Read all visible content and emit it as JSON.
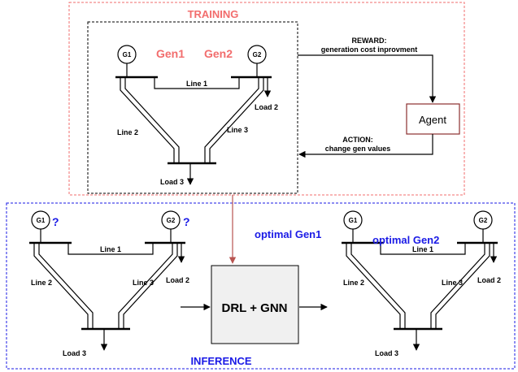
{
  "training": {
    "title": "TRAINING",
    "gen1_label": "Gen1",
    "gen2_label": "Gen2",
    "reward_title": "REWARD:",
    "reward_text": "generation cost inprovment",
    "action_title": "ACTION:",
    "action_text": "change gen values",
    "agent_label": "Agent"
  },
  "network": {
    "g1": "G1",
    "g2": "G2",
    "line1": "Line 1",
    "line2": "Line 2",
    "line3": "Line 3",
    "load2": "Load 2",
    "load3": "Load 3"
  },
  "inference": {
    "title": "INFERENCE",
    "unknown_g1": "?",
    "unknown_g2": "?",
    "model_label": "DRL + GNN",
    "optimal_gen1": "optimal Gen1",
    "optimal_gen2": "optimal Gen2"
  },
  "colors": {
    "training": "#f26d6d",
    "inference": "#1a1ae6",
    "model_arrow": "#b85450",
    "model_fill": "#f0f0f0"
  }
}
